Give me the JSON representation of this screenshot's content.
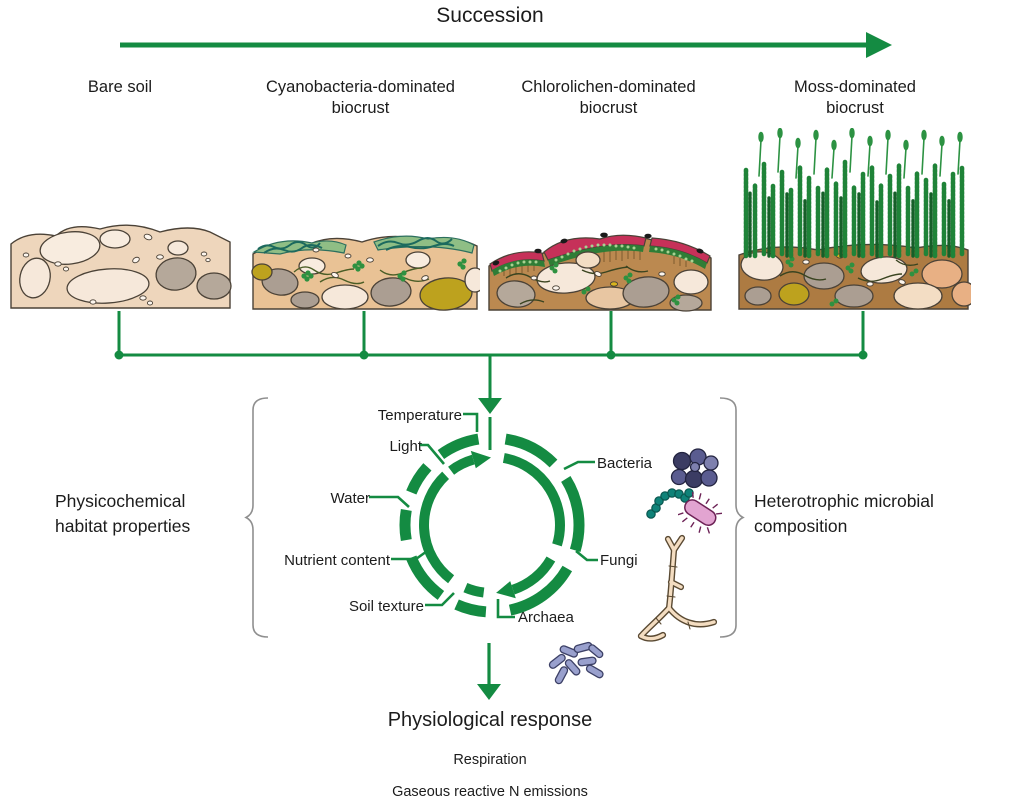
{
  "header": {
    "title": "Succession"
  },
  "stages": [
    {
      "label": "Bare soil"
    },
    {
      "label": "Cyanobacteria-dominated biocrust"
    },
    {
      "label": "Chlorolichen-dominated biocrust"
    },
    {
      "label": "Moss-dominated biocrust"
    }
  ],
  "cycle": {
    "habitat": {
      "label": "Physicochemical habitat properties",
      "items": [
        "Temperature",
        "Light",
        "Water",
        "Nutrient content",
        "Soil texture"
      ]
    },
    "microbial": {
      "label": "Heterotrophic microbial composition",
      "items": [
        "Bacteria",
        "Fungi",
        "Archaea"
      ]
    }
  },
  "outcome": {
    "title": "Physiological response",
    "items": [
      "Respiration",
      "Gaseous reactive N emissions"
    ]
  },
  "icons": {
    "succession_arrow": "right-arrow",
    "flow_arrow": "down-arrow",
    "cycle_symbol": "circular-arrows",
    "microbe_icons": [
      "cocci-cluster",
      "cocci-chain",
      "rod-bacterium-with-pili",
      "fungal-hyphae",
      "archaea-rod-cluster"
    ]
  },
  "colors": {
    "accent_green": "#148b42",
    "bracket_gray": "#8f8f8f",
    "text": "#1c1c1c",
    "bare_soil_tan": "#eed6bc",
    "cyano_soil_tan": "#e9c295",
    "lichen_soil_brown": "#bb8950",
    "moss_soil_brown": "#ad7b42",
    "lichen_red": "#c63159",
    "cyano_crust_teal": "#1c6a5e",
    "moss_green": "#1f8338",
    "bacteria_cocci_purple": "#5a5c90",
    "bacteria_chain_teal": "#0f8278",
    "bacteria_rod_pink": "#e2a4d1",
    "fungi_beige": "#f4ddc1",
    "archaea_lavender": "#99a0cd"
  }
}
